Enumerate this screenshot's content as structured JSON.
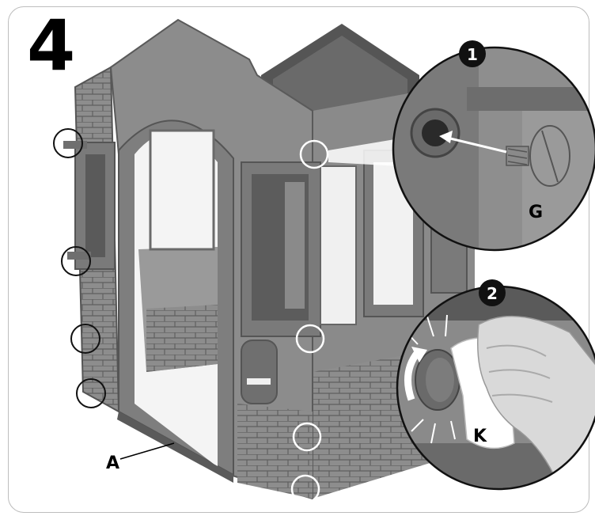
{
  "step_number": "4",
  "labels": {
    "part_a": "A",
    "part_g": "G",
    "part_k": "K"
  },
  "insets": [
    {
      "number": "1"
    },
    {
      "number": "2"
    }
  ]
}
